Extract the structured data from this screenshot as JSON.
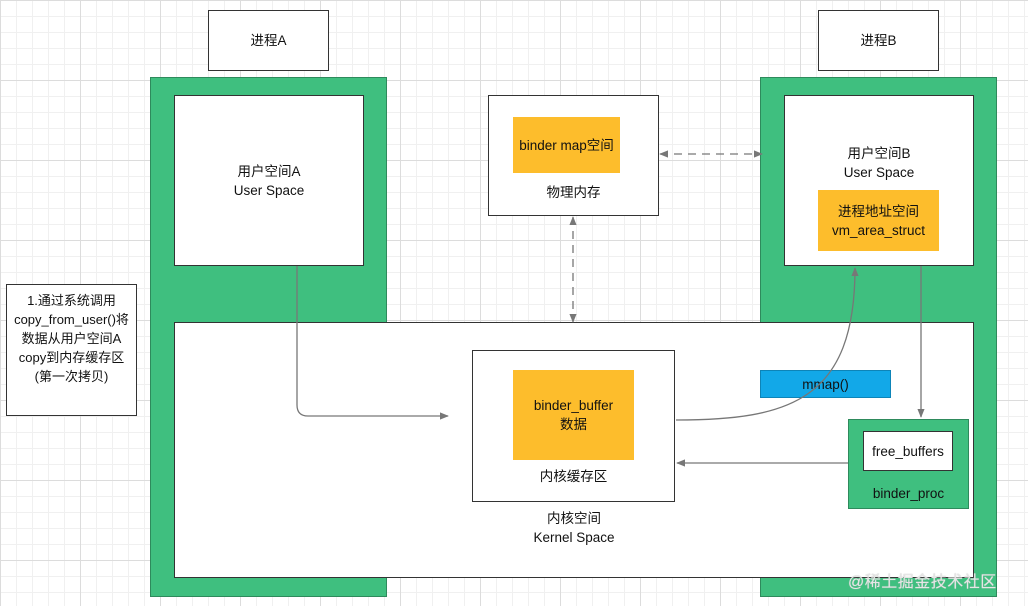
{
  "processA": {
    "title": "进程A",
    "user_space_line1": "用户空间A",
    "user_space_line2": "User Space"
  },
  "processB": {
    "title": "进程B",
    "user_space_line1": "用户空间B",
    "user_space_line2": "User Space",
    "vma_line1": "进程地址空间",
    "vma_line2": "vm_area_struct"
  },
  "physical_memory": {
    "inner": "binder map空间",
    "label": "物理内存"
  },
  "kernel": {
    "label_line1": "内核空间",
    "label_line2": "Kernel Space",
    "buffer_line1": "binder_buffer",
    "buffer_line2": "数据",
    "buffer_area_label": "内核缓存区",
    "mmap": "mmap()",
    "free_buffers": "free_buffers",
    "binder_proc": "binder_proc"
  },
  "note": {
    "line1": "1.通过系统调用",
    "line2": "copy_from_user()将",
    "line3": "数据从用户空间A",
    "line4": "copy到内存缓存区",
    "line5": "(第一次拷贝)"
  },
  "watermark": "@稀土掘金技术社区",
  "colors": {
    "green": "#3fbf7f",
    "yellow": "#fdbd2c",
    "blue": "#12a8e8",
    "arrow": "#777777"
  }
}
